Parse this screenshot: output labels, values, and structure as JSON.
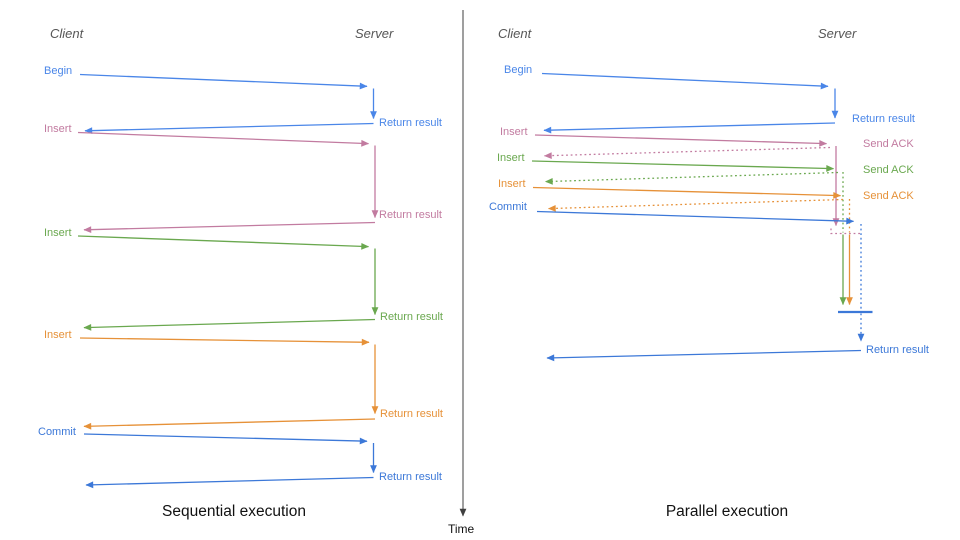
{
  "panels": {
    "sequential": {
      "caption": "Sequential execution",
      "client_header": "Client",
      "server_header": "Server",
      "messages": [
        {
          "request": "Begin",
          "response": "Return result"
        },
        {
          "request": "Insert",
          "response": "Return result"
        },
        {
          "request": "Insert",
          "response": "Return result"
        },
        {
          "request": "Insert",
          "response": "Return result"
        },
        {
          "request": "Commit",
          "response": "Return result"
        }
      ]
    },
    "parallel": {
      "caption": "Parallel execution",
      "client_header": "Client",
      "server_header": "Server",
      "messages": [
        {
          "request": "Begin",
          "response": "Return result"
        },
        {
          "request": "Insert",
          "response": "Send ACK"
        },
        {
          "request": "Insert",
          "response": "Send ACK"
        },
        {
          "request": "Insert",
          "response": "Send ACK"
        },
        {
          "request": "Commit",
          "response": "Return result"
        }
      ]
    }
  },
  "time_axis": {
    "label": "Time"
  },
  "colors": {
    "begin_blue": "#4a86e8",
    "commit_blue": "#3c78d8",
    "pink": "#c27ba0",
    "green": "#6aa84f",
    "orange": "#e69138",
    "axis": "#3f3f3f"
  }
}
